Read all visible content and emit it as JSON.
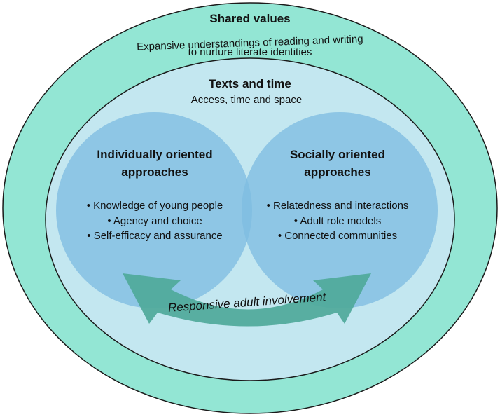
{
  "outer": {
    "title": "Shared values",
    "subtitle_line1": "Expansive understandings of reading and writing",
    "subtitle_line2": "to nurture literate identities"
  },
  "middle": {
    "title": "Texts and time",
    "subtitle": "Access, time and space"
  },
  "left_circle": {
    "title_line1": "Individually oriented",
    "title_line2": "approaches",
    "items": [
      "•  Knowledge of young people",
      "•  Agency and choice",
      "•  Self-efficacy and assurance"
    ]
  },
  "right_circle": {
    "title_line1": "Socially oriented",
    "title_line2": "approaches",
    "items": [
      "•  Relatedness and interactions",
      "•  Adult role models",
      "•  Connected communities"
    ]
  },
  "arrow": {
    "label": "Responsive adult involvement"
  },
  "colors": {
    "outer_fill": "#93e6d4",
    "middle_fill": "#c3e7f0",
    "circle_fill": "#7fbde2",
    "arrow_fill": "#4fa99a",
    "stroke": "#1a1a1a"
  }
}
